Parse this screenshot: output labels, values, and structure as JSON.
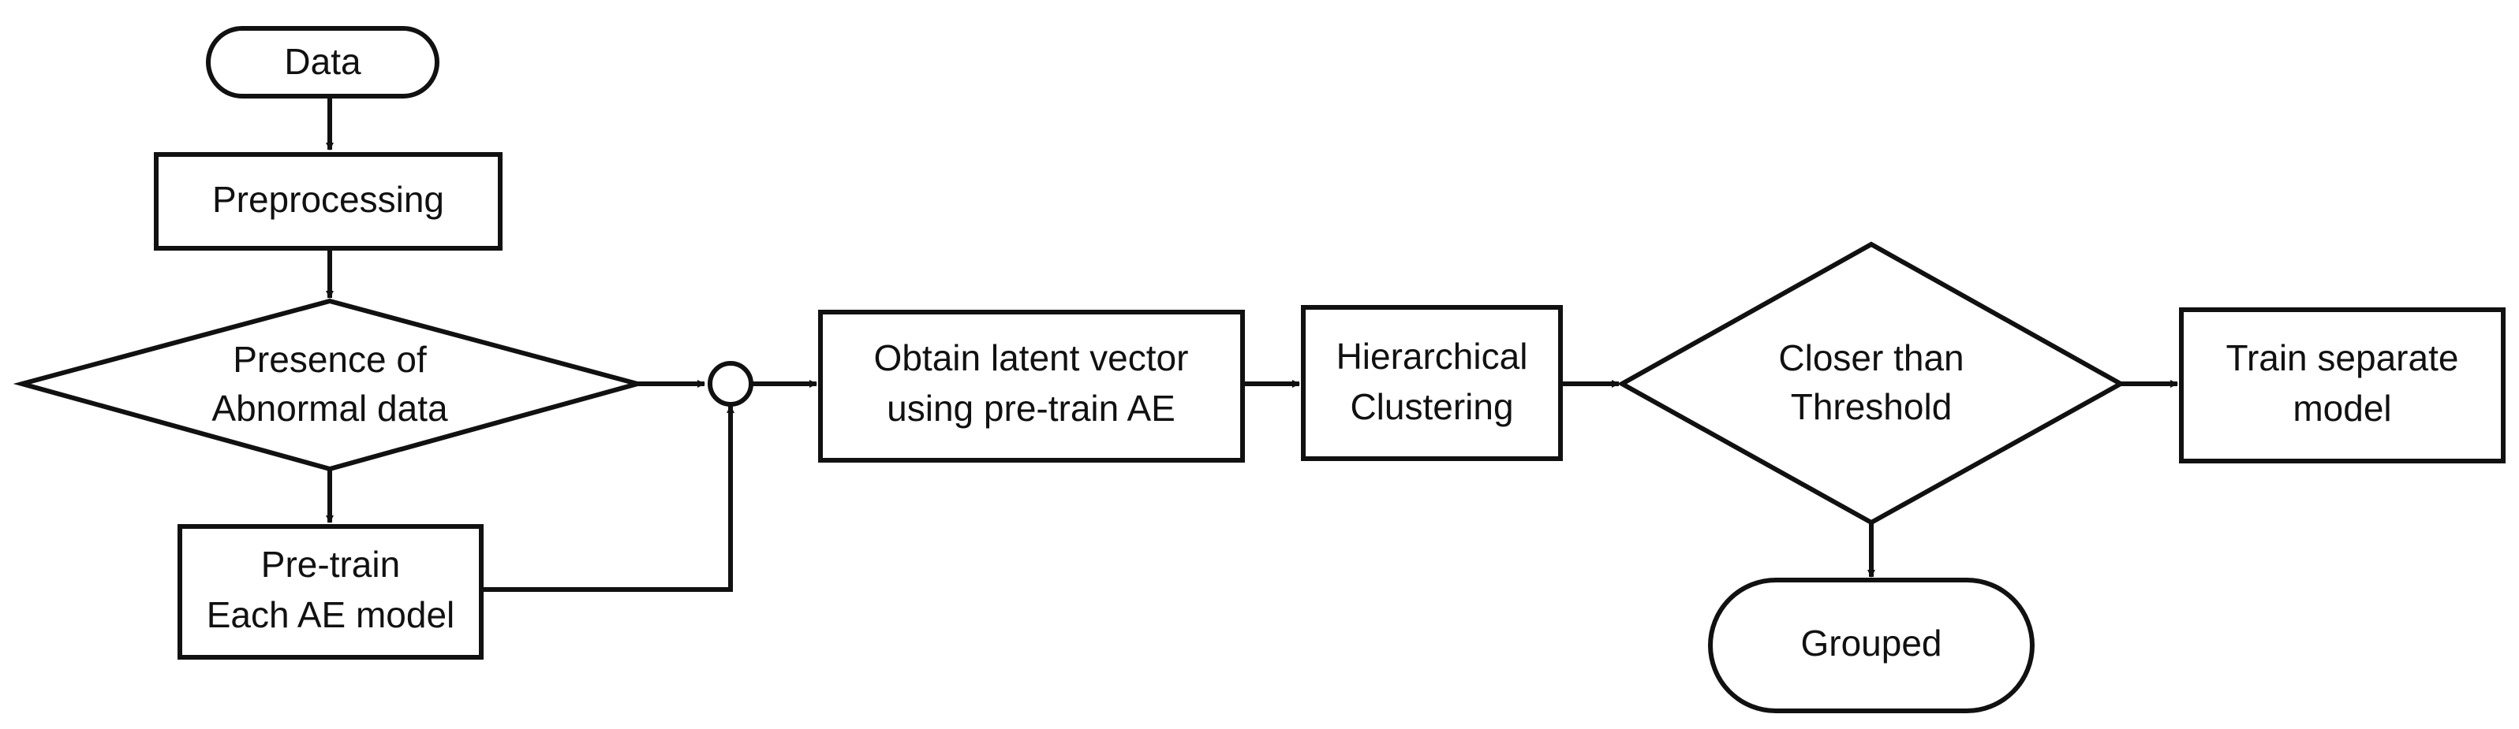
{
  "nodes": {
    "data": {
      "label": "Data"
    },
    "preprocessing": {
      "label": "Preprocessing"
    },
    "presence": {
      "line1": "Presence of",
      "line2": "Abnormal data"
    },
    "pretrain": {
      "line1": "Pre-train",
      "line2": "Each AE model"
    },
    "latent": {
      "line1": "Obtain latent vector",
      "line2": "using pre-train AE"
    },
    "hierarchical": {
      "line1": "Hierarchical",
      "line2": "Clustering"
    },
    "threshold": {
      "line1": "Closer than",
      "line2": "Threshold"
    },
    "train": {
      "line1": "Train separate",
      "line2": "model"
    },
    "grouped": {
      "label": "Grouped"
    }
  }
}
